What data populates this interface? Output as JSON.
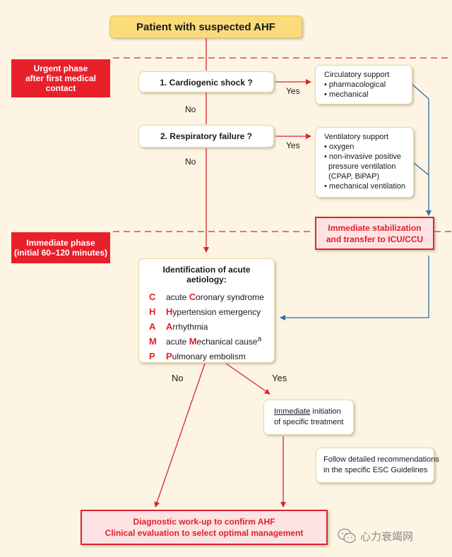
{
  "start": "Patient with suspected AHF",
  "phases": {
    "urgent": [
      "Urgent phase",
      "after first medical",
      "contact"
    ],
    "immediate": [
      "Immediate phase",
      "(initial 60–120 minutes)"
    ]
  },
  "q1": "1. Cardiogenic shock ?",
  "q2": "2. Respiratory failure ?",
  "labels": {
    "yes": "Yes",
    "no": "No"
  },
  "circulatory": {
    "title": "Circulatory support",
    "items": [
      "• pharmacological",
      "• mechanical"
    ]
  },
  "ventilatory": {
    "title": "Ventilatory support",
    "items": [
      "• oxygen",
      "• non-invasive positive",
      "pressure ventilation",
      "(CPAP, BiPAP)",
      "• mechanical ventilation"
    ]
  },
  "stabilization": [
    "Immediate stabilization",
    "and transfer to ICU/CCU"
  ],
  "aetiology": {
    "title_line1": "Identification of acute",
    "title_line2": "aetiology:",
    "rows": [
      {
        "letter": "C",
        "pre": "acute ",
        "key": "C",
        "rest": "oronary syndrome",
        "sup": ""
      },
      {
        "letter": "H",
        "pre": "",
        "key": "H",
        "rest": "ypertension emergency",
        "sup": ""
      },
      {
        "letter": "A",
        "pre": "",
        "key": "A",
        "rest": "rrhythmia",
        "sup": ""
      },
      {
        "letter": "M",
        "pre": "acute ",
        "key": "M",
        "rest": "echanical cause",
        "sup": "a"
      },
      {
        "letter": "P",
        "pre": "",
        "key": "P",
        "rest": "ulmonary embolism",
        "sup": ""
      }
    ]
  },
  "initiation": {
    "underlined": "Immediate",
    "rest": " initiation",
    "line2": "of specific treatment"
  },
  "followup": [
    "Follow detailed recommendations",
    "in the specific ESC Guidelines"
  ],
  "final": [
    "Diagnostic work-up to confirm AHF",
    "Clinical evaluation to select optimal management"
  ],
  "watermark": "心力衰竭网",
  "colors": {
    "red": "#e0202a",
    "blue": "#2a6fa8",
    "background": "#fdf4e3",
    "yellow": "#fbdc7a"
  }
}
